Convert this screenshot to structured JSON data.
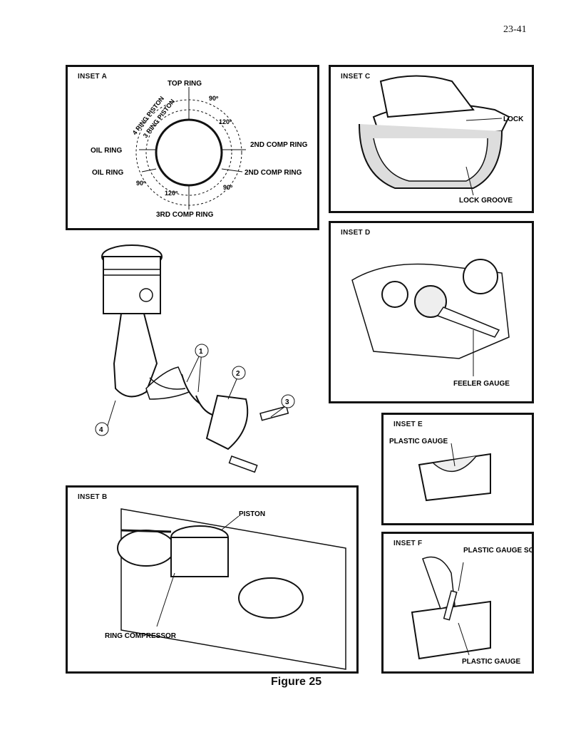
{
  "page_number": "23-41",
  "figure_caption": "Figure 25",
  "inset_a": {
    "title": "INSET A",
    "top_ring": "TOP RING",
    "four_ring_piston": "4 RING PISTON",
    "three_ring_piston": "3 RING PISTON",
    "deg_90_top": "90º",
    "deg_120_top": "120º",
    "oil_ring_1": "OIL RING",
    "oil_ring_2": "OIL RING",
    "second_comp_ring_1": "2ND COMP RING",
    "second_comp_ring_2": "2ND COMP RING",
    "deg_90_left": "90º",
    "deg_120_bottom": "120º",
    "deg_90_right": "90º",
    "third_comp_ring": "3RD COMP RING"
  },
  "inset_b": {
    "title": "INSET B",
    "piston": "PISTON",
    "ring_compressor": "RING COMPRESSOR"
  },
  "inset_c": {
    "title": "INSET C",
    "lock": "LOCK",
    "lock_groove": "LOCK GROOVE"
  },
  "inset_d": {
    "title": "INSET  D",
    "feeler_gauge": "FEELER GAUGE"
  },
  "inset_e": {
    "title": "INSET  E",
    "plastic_gauge": "PLASTIC GAUGE"
  },
  "inset_f": {
    "title": "INSET  F",
    "plastic_gauge_scale": "PLASTIC GAUGE SCALE",
    "plastic_gauge": "PLASTIC GAUGE"
  },
  "callouts": [
    "1",
    "2",
    "3",
    "4"
  ]
}
